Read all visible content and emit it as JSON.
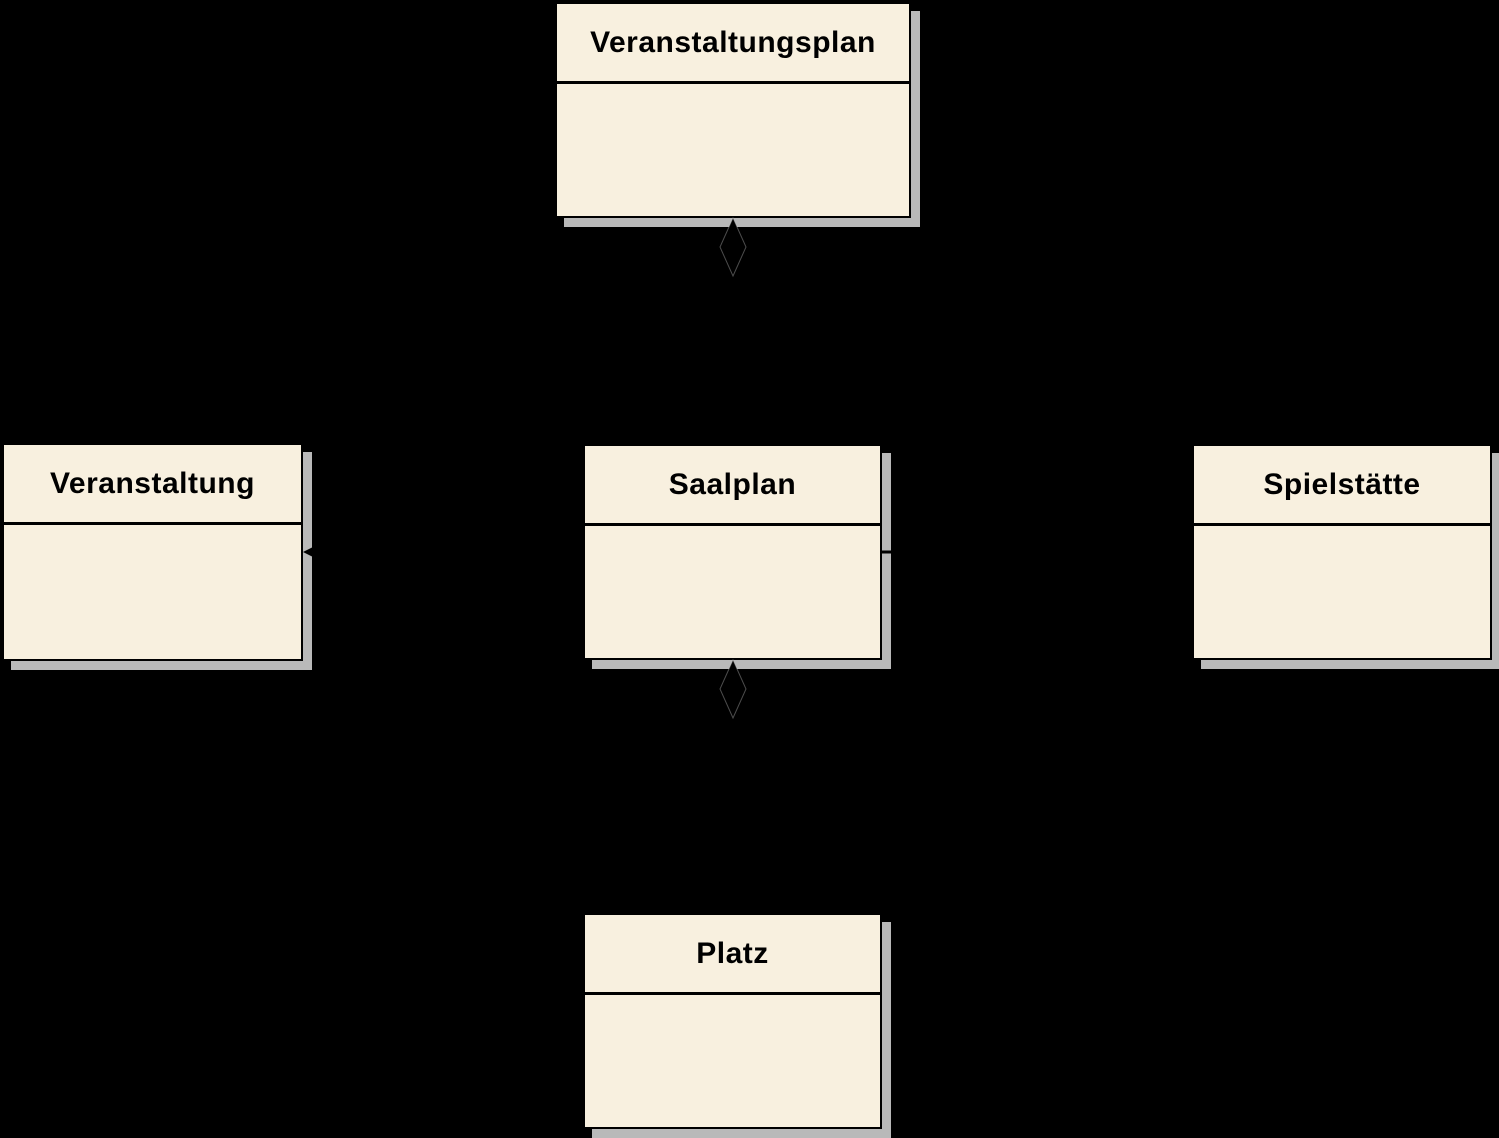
{
  "diagram": {
    "kind": "uml-class-diagram",
    "classes": [
      {
        "id": "veranstaltungsplan",
        "name": "Veranstaltungsplan",
        "attributes": []
      },
      {
        "id": "veranstaltung",
        "name": "Veranstaltung",
        "attributes": []
      },
      {
        "id": "saalplan",
        "name": "Saalplan",
        "attributes": []
      },
      {
        "id": "spielstaette",
        "name": "Spielstätte",
        "attributes": []
      },
      {
        "id": "platz",
        "name": "Platz",
        "attributes": []
      }
    ],
    "relationships": [
      {
        "from": "Veranstaltungsplan",
        "to": "Saalplan",
        "type": "aggregation",
        "diamond_at": "Veranstaltungsplan"
      },
      {
        "from": "Saalplan",
        "to": "Veranstaltung",
        "type": "association",
        "arrow_at": "Veranstaltung"
      },
      {
        "from": "Saalplan",
        "to": "Spielstätte",
        "type": "association"
      },
      {
        "from": "Saalplan",
        "to": "Platz",
        "type": "aggregation",
        "diamond_at": "Saalplan"
      }
    ],
    "colors": {
      "background": "#000000",
      "box_fill": "#F8F0DF",
      "box_border": "#000000",
      "shadow": "#B9B9B9",
      "text": "#000000",
      "line": "#000000"
    }
  }
}
